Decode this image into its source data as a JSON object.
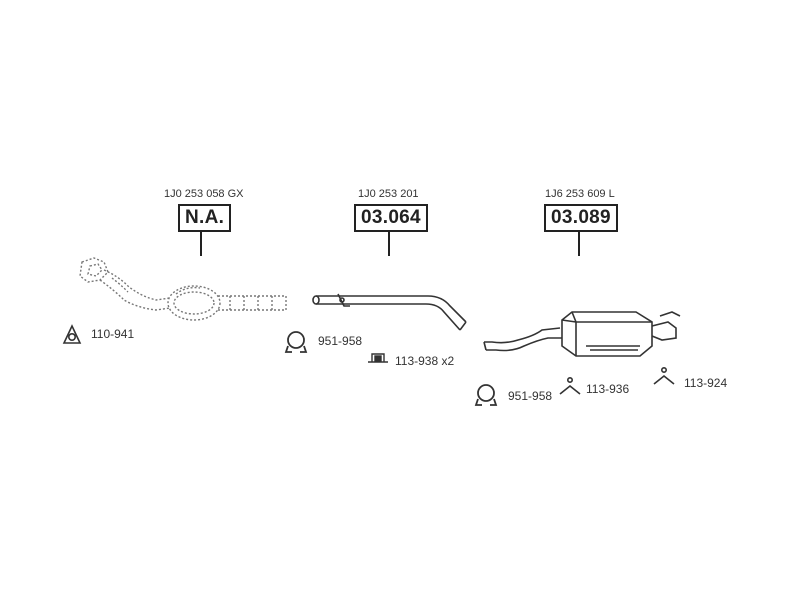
{
  "parts": [
    {
      "part_number": "1J0 253 058 GX",
      "ref": "N.A."
    },
    {
      "part_number": "1J0 253 201",
      "ref": "03.064"
    },
    {
      "part_number": "1J6 253 609 L",
      "ref": "03.089"
    }
  ],
  "accessories": [
    {
      "code": "110-941"
    },
    {
      "code": "951-958"
    },
    {
      "code": "113-938 x2"
    },
    {
      "code": "951-958"
    },
    {
      "code": "113-936"
    },
    {
      "code": "113-924"
    }
  ]
}
